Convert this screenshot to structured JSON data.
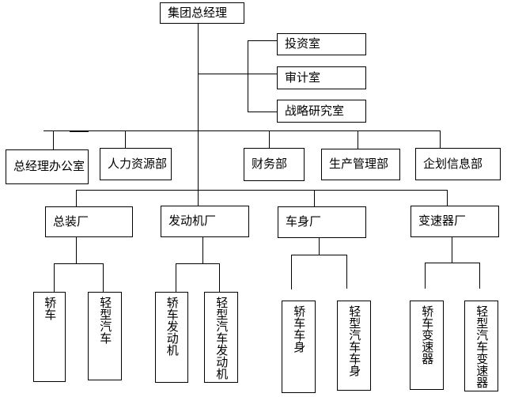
{
  "org": {
    "root": {
      "label": "集团总经理"
    },
    "offices": [
      {
        "label": "投资室"
      },
      {
        "label": "审计室"
      },
      {
        "label": "战略研究室"
      }
    ],
    "departments": [
      {
        "label": "总经理办公室"
      },
      {
        "label": "人力资源部"
      },
      {
        "label": "财务部"
      },
      {
        "label": "生产管理部"
      },
      {
        "label": "企划信息部"
      }
    ],
    "plants": [
      {
        "label": "总装厂",
        "products": [
          {
            "label": "轿车"
          },
          {
            "label": "轻型汽车"
          }
        ]
      },
      {
        "label": "发动机厂",
        "products": [
          {
            "label": "轿车发动机"
          },
          {
            "label": "轻型汽车发动机"
          }
        ]
      },
      {
        "label": "车身厂",
        "products": [
          {
            "label": "轿车车身"
          },
          {
            "label": "轻型汽车车身"
          }
        ]
      },
      {
        "label": "变速器厂",
        "products": [
          {
            "label": "轿车变速器"
          },
          {
            "label": "轻型汽车变速器"
          }
        ]
      }
    ],
    "colors": {
      "line": "#000000",
      "text": "#000000",
      "box_background": "#ffffff",
      "page_background": "#ffffff"
    }
  }
}
